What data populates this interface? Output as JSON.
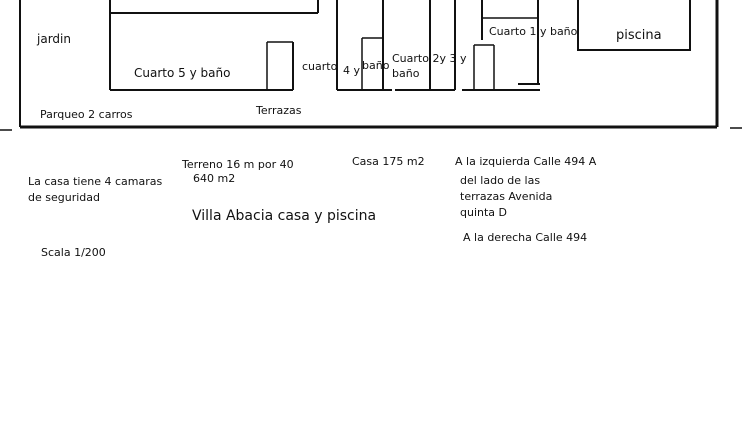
{
  "rooms": {
    "jardin": "jardin",
    "cuarto5": "Cuarto 5 y baño",
    "cuarto4_a": "cuarto",
    "cuarto4_b": "4 y",
    "cuarto4_c": "baño",
    "cuarto23_a": "Cuarto 2y 3 y",
    "cuarto23_b": "baño",
    "cuarto1": "Cuarto 1 y baño",
    "piscina": "piscina",
    "parqueo": "Parqueo 2 carros",
    "terrazas": "Terrazas"
  },
  "notes": {
    "terreno_line1": "Terreno 16 m por 40",
    "terreno_line2": "640 m2",
    "casa": "Casa 175 m2",
    "izquierda_line1": "A la izquierda Calle 494 A",
    "izquierda_line2": "del lado de las",
    "izquierda_line3": "terrazas Avenida",
    "izquierda_line4": "quinta D",
    "derecha": "A la derecha Calle 494",
    "camaras_line1": "La casa tiene 4 camaras",
    "camaras_line2": "de seguridad",
    "title": "Villa Abacia casa y piscina",
    "escala": "Scala 1/200"
  }
}
